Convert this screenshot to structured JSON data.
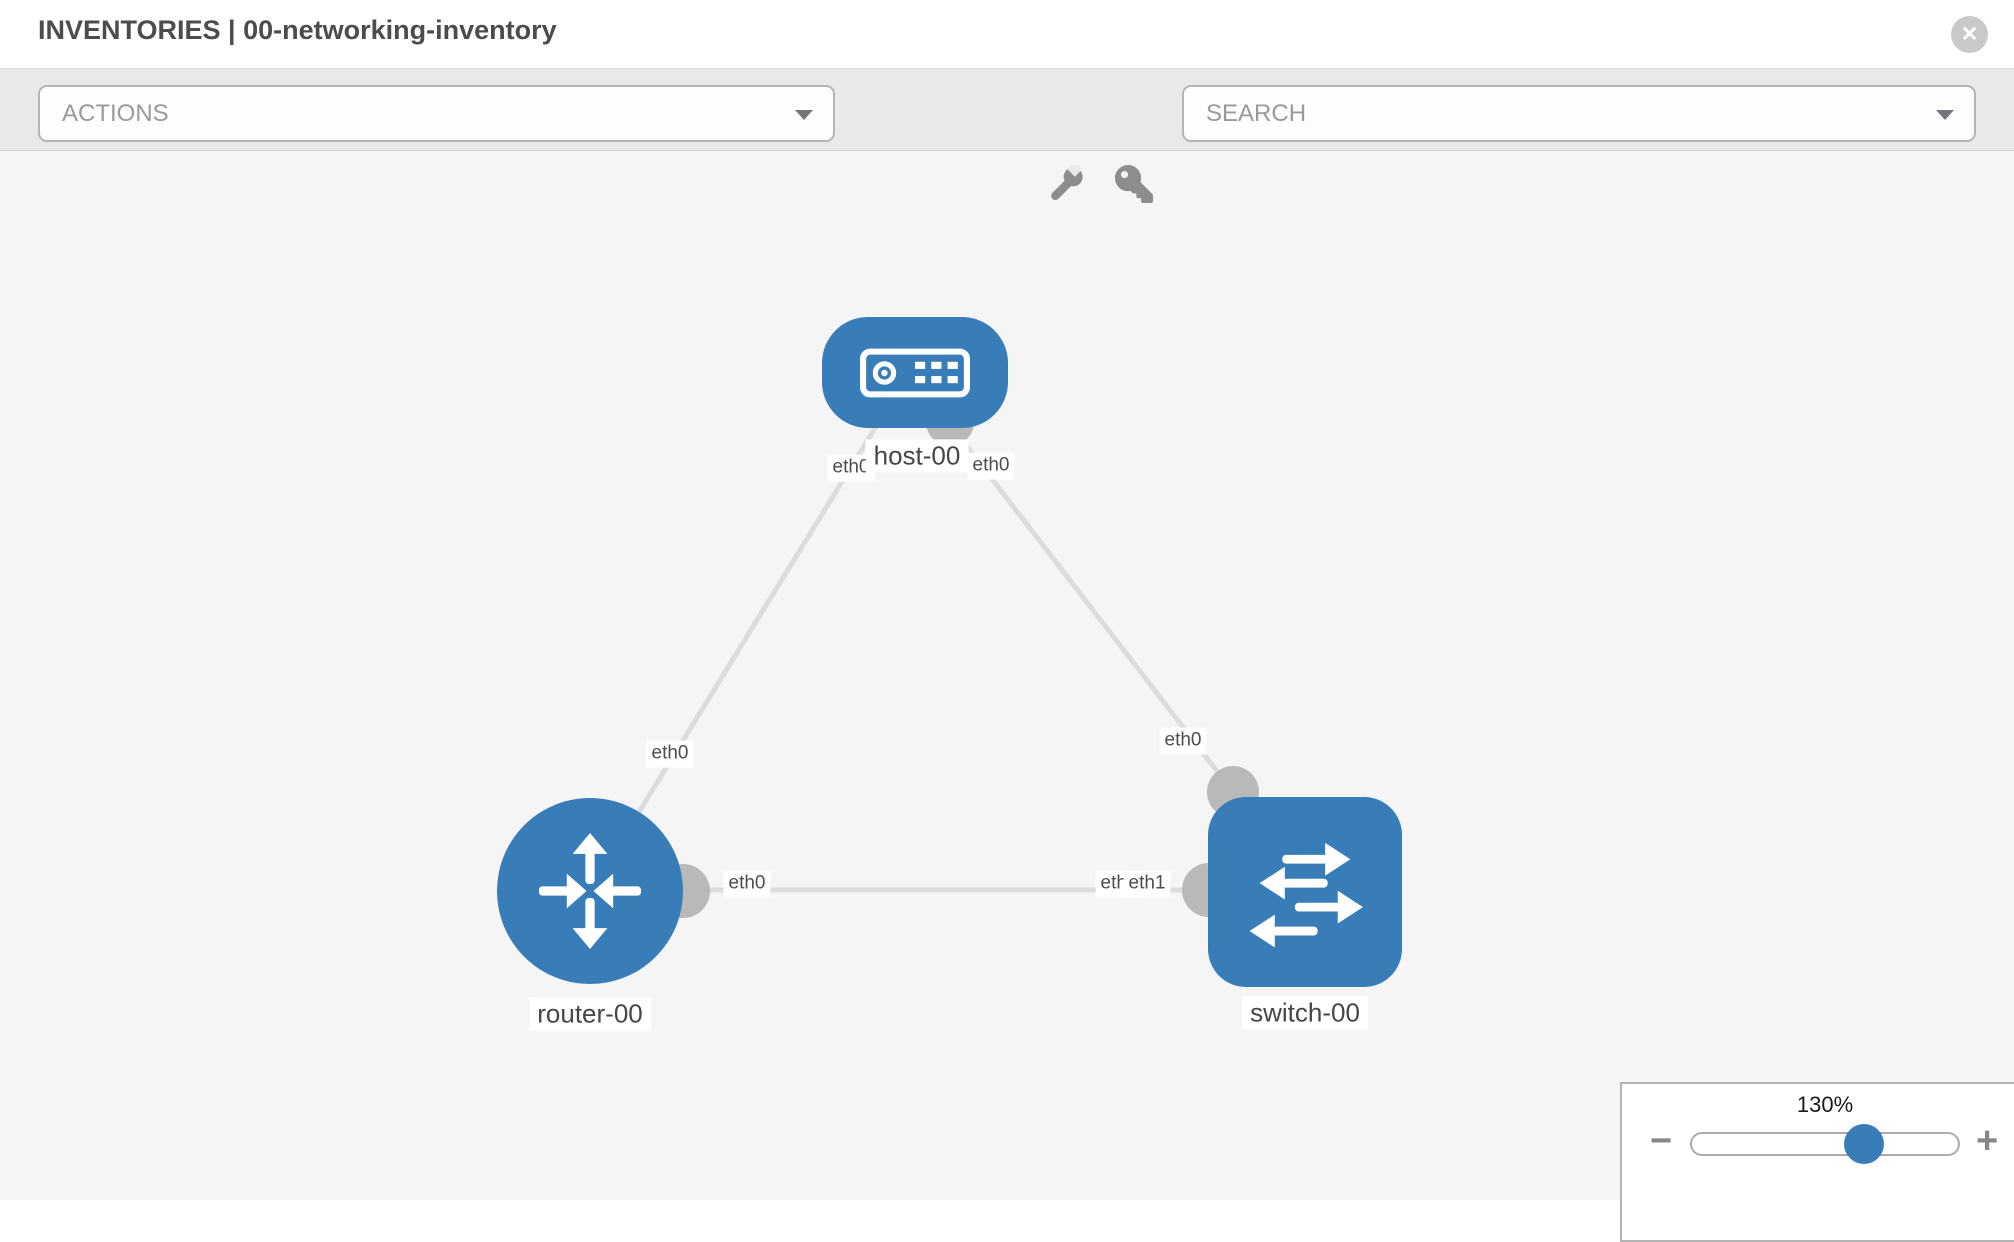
{
  "header": {
    "title": "INVENTORIES | 00-networking-inventory"
  },
  "icons": {
    "close_glyph": "✕",
    "minus_glyph": "−",
    "plus_glyph": "+"
  },
  "toolbar": {
    "actions_label": "ACTIONS",
    "search_placeholder": "SEARCH"
  },
  "graph": {
    "nodes": [
      {
        "id": "host-00",
        "label": "host-00",
        "type": "host"
      },
      {
        "id": "router-00",
        "label": "router-00",
        "type": "router"
      },
      {
        "id": "switch-00",
        "label": "switch-00",
        "type": "switch"
      }
    ],
    "links": [
      {
        "source": "host-00",
        "source_port": "eth0",
        "target": "router-00",
        "target_port": "eth0"
      },
      {
        "source": "host-00",
        "source_port": "eth0",
        "target": "switch-00",
        "target_port": "eth0"
      },
      {
        "source": "router-00",
        "source_port": "eth0",
        "target": "switch-00",
        "target_port": "eth1"
      }
    ],
    "overlap_back_port_label": "eth0"
  },
  "zoom_panel": {
    "level": "130%"
  },
  "colors": {
    "node_fill": "#387cb8",
    "edge": "#dcdcdc",
    "connector": "#b9b9b9",
    "slider_knob": "#387cb8"
  }
}
